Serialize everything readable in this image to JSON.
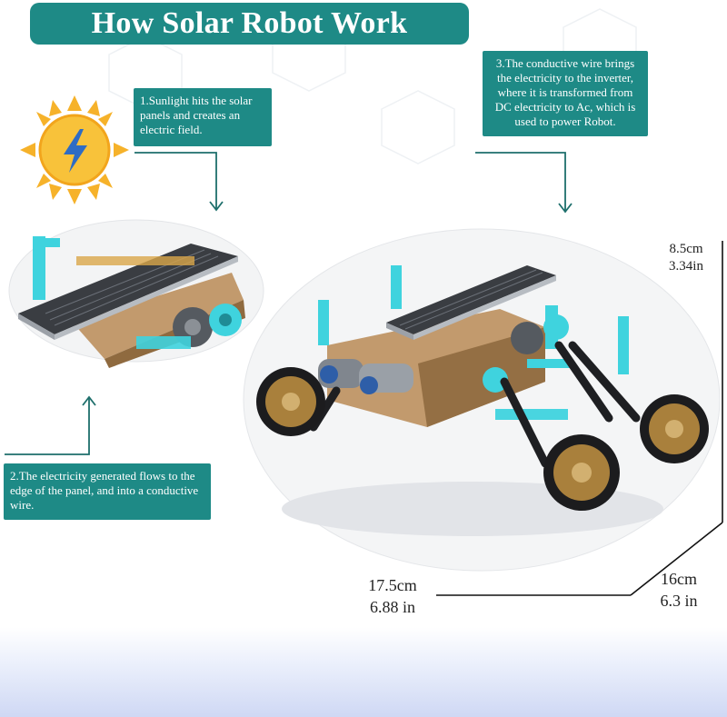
{
  "title": "How Solar Robot Work",
  "notes": {
    "step1": "1.Sunlight hits the solar panels and creates an electric field.",
    "step2": "2.The electricity generated flows to the edge of the panel, and into a conductive wire.",
    "step3": "3.The conductive wire brings the electricity to the inverter, where it is transformed from DC electricity to Ac, which is used to power Robot."
  },
  "dimensions": {
    "height_cm": "8.5cm",
    "height_in": "3.34in",
    "width_cm": "17.5cm",
    "width_in": "6.88 in",
    "depth_cm": "16cm",
    "depth_in": "6.3 in"
  },
  "colors": {
    "banner": "#1e8a86",
    "sun": "#f6b22a",
    "bolt": "#2e6cc4",
    "cyan_parts": "#3fd3de",
    "floor": "#cfd8f4"
  },
  "icons": [
    "sun-icon",
    "lightning-bolt-icon"
  ]
}
